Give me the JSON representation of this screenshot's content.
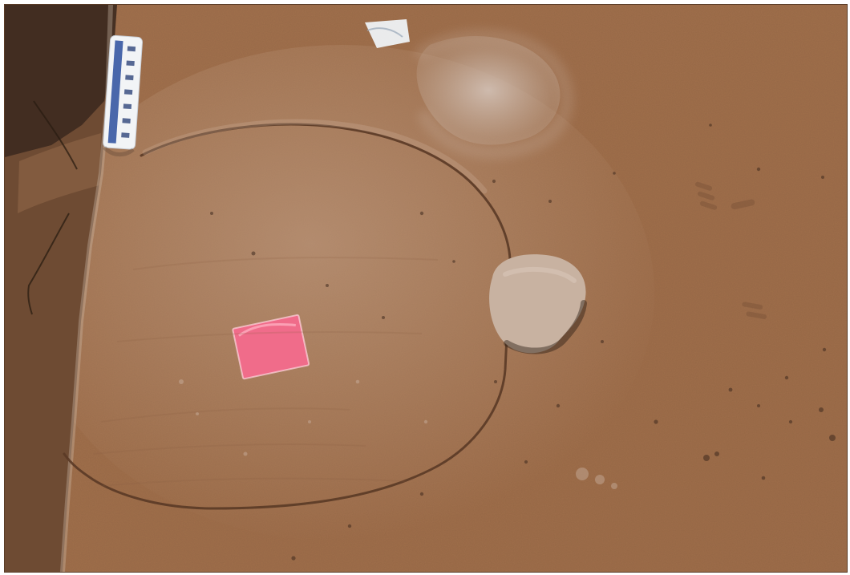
{
  "image": {
    "kind": "archaeology-field-photo",
    "colors": {
      "soil_main": "#a06f4b",
      "soil_light": "#b88a63",
      "soil_pale": "#c7b4a6",
      "profile_dark": "#6e4b33",
      "profile_shadow": "#3d2a1f",
      "scale_white": "#f2f4f6",
      "scale_blue": "#3f5fa7",
      "tag_pink": "#f06c8a",
      "outline_line": "#5a3a26"
    },
    "objects": [
      "excavation-profile",
      "scale-bar",
      "circular-feature-outline",
      "soil-clod",
      "pink-sample-tag",
      "white-paper-fragment",
      "pale-soil-patch"
    ]
  }
}
